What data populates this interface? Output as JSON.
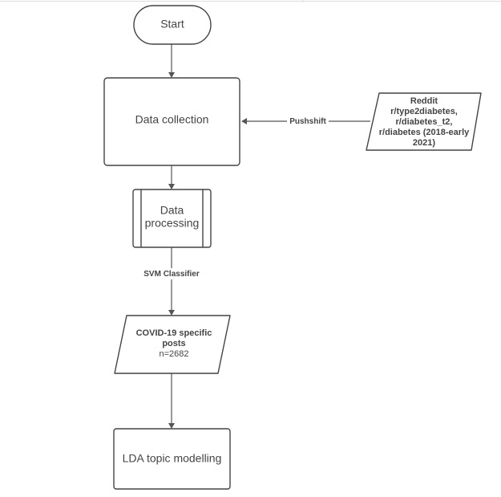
{
  "nodes": {
    "start": {
      "label": "Start"
    },
    "data_collection": {
      "label": "Data collection"
    },
    "data_processing": {
      "lines": [
        "Data",
        "processing"
      ]
    },
    "reddit_source": {
      "lines": [
        "Reddit",
        "r/type2diabetes,",
        "r/diabetes_t2,",
        "r/diabetes (2018-early",
        "2021)"
      ]
    },
    "covid_posts": {
      "bold_lines": [
        "COVID-19 specific",
        "posts"
      ],
      "count": "n=2682"
    },
    "lda": {
      "label": "LDA topic modelling"
    }
  },
  "edges": {
    "pushshift": {
      "label": "Pushshift"
    },
    "svm": {
      "label": "SVM Classifier"
    }
  }
}
